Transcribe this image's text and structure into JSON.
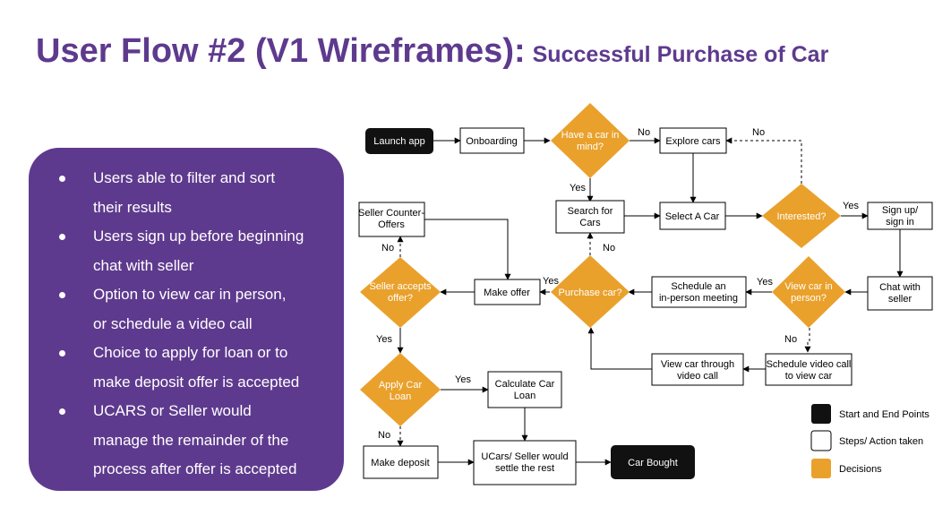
{
  "title": {
    "main": "User Flow #2 (V1 Wireframes):",
    "sub": "Successful Purchase of Car"
  },
  "summary": {
    "bullets": [
      [
        "Users able to filter and sort",
        "their results"
      ],
      [
        "Users sign up before beginning",
        "chat with seller"
      ],
      [
        "Option to view car in person,",
        "or schedule a video call"
      ],
      [
        "Choice to apply for loan or to",
        "make deposit offer is accepted"
      ],
      [
        "UCARS or Seller would",
        "manage the remainder of the",
        "process after offer is accepted"
      ]
    ]
  },
  "colors": {
    "purple": "#5e3a8e",
    "decision": "#e9a12c",
    "terminal": "#111111"
  },
  "flow": {
    "nodes": {
      "launch_app": "Launch app",
      "onboarding": "Onboarding",
      "have_car": [
        "Have a car in",
        "mind?"
      ],
      "explore_cars": "Explore cars",
      "search_cars": [
        "Search for",
        "Cars"
      ],
      "select_car": "Select A Car",
      "interested": "Interested?",
      "signup": [
        "Sign up/",
        "sign in"
      ],
      "seller_counter": [
        "Seller Counter-",
        "Offers"
      ],
      "seller_accepts": [
        "Seller accepts",
        "offer?"
      ],
      "make_offer": "Make offer",
      "purchase_car": "Purchase car?",
      "schedule_meeting": [
        "Schedule an",
        "in-person meeting"
      ],
      "view_in_person": [
        "View car in",
        "person?"
      ],
      "chat_seller": [
        "Chat with",
        "seller"
      ],
      "view_video": [
        "View car through",
        "video call"
      ],
      "schedule_video": [
        "Schedule video call",
        "to view car"
      ],
      "apply_loan": [
        "Apply Car",
        "Loan"
      ],
      "calc_loan": [
        "Calculate Car",
        "Loan"
      ],
      "make_deposit": "Make deposit",
      "settle": [
        "UCars/ Seller would",
        "settle the rest"
      ],
      "car_bought": "Car Bought"
    },
    "edge_labels": {
      "no_explore": "No",
      "yes_search": "Yes",
      "no_interested": "No",
      "yes_signup": "Yes",
      "no_purchase": "No",
      "yes_purchase": "Yes",
      "no_counter": "No",
      "yes_loan": "Yes",
      "yes_meeting": "Yes",
      "no_video": "No",
      "yes_calc": "Yes",
      "no_deposit": "No"
    }
  },
  "legend": {
    "terminal": "Start and End Points",
    "step": "Steps/ Action taken",
    "decision": "Decisions"
  }
}
